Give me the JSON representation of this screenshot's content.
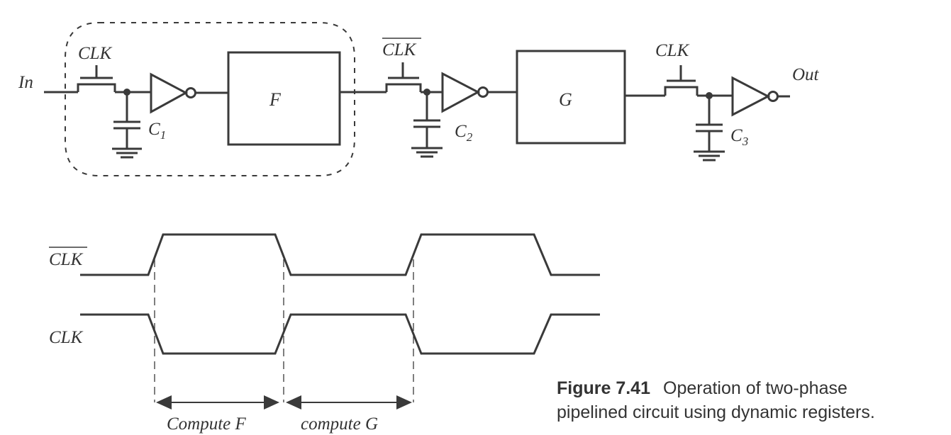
{
  "circuit": {
    "input_label": "In",
    "output_label": "Out",
    "stage1_clock": "CLK",
    "stage2_clock": "CLK",
    "stage3_clock": "CLK",
    "cap1": {
      "main": "C",
      "sub": "1"
    },
    "cap2": {
      "main": "C",
      "sub": "2"
    },
    "cap3": {
      "main": "C",
      "sub": "3"
    },
    "block_f": "F",
    "block_g": "G"
  },
  "timing": {
    "clk_bar_label": "CLK",
    "clk_label": "CLK",
    "interval_1": "Compute F",
    "interval_2": "compute G"
  },
  "caption": {
    "number": "Figure 7.41",
    "line1": "Operation of two-phase",
    "line2": "pipelined circuit using dynamic registers."
  }
}
